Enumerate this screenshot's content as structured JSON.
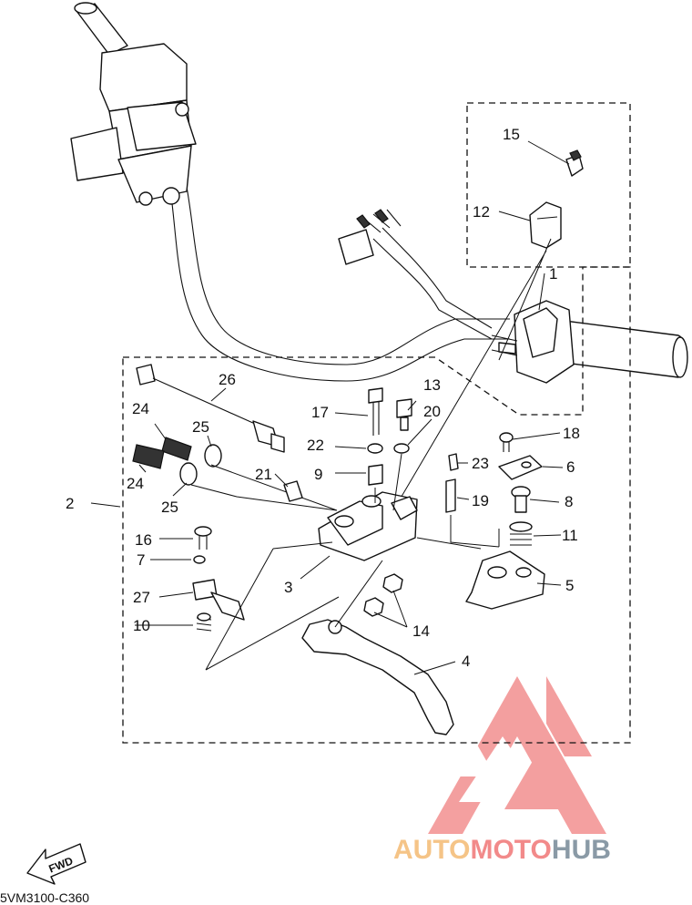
{
  "diagram": {
    "code": "5VM3100-C360",
    "fwd_label": "FWD",
    "callouts": {
      "c1": "1",
      "c2": "2",
      "c3": "3",
      "c4": "4",
      "c5": "5",
      "c6": "6",
      "c7": "7",
      "c8": "8",
      "c9": "9",
      "c10": "10",
      "c11": "11",
      "c12": "12",
      "c13": "13",
      "c14": "14",
      "c15": "15",
      "c16": "16",
      "c17": "17",
      "c18": "18",
      "c19": "19",
      "c20": "20",
      "c21": "21",
      "c22": "22",
      "c23": "23",
      "c24a": "24",
      "c24b": "24",
      "c25a": "25",
      "c25b": "25",
      "c26": "26",
      "c27": "27"
    }
  },
  "watermark": {
    "part1": "AUTO",
    "part2": "MOTO",
    "part3": "HUB",
    "color1": "#f5c487",
    "color2": "#f28a8a",
    "color3": "#8a9aa6"
  }
}
